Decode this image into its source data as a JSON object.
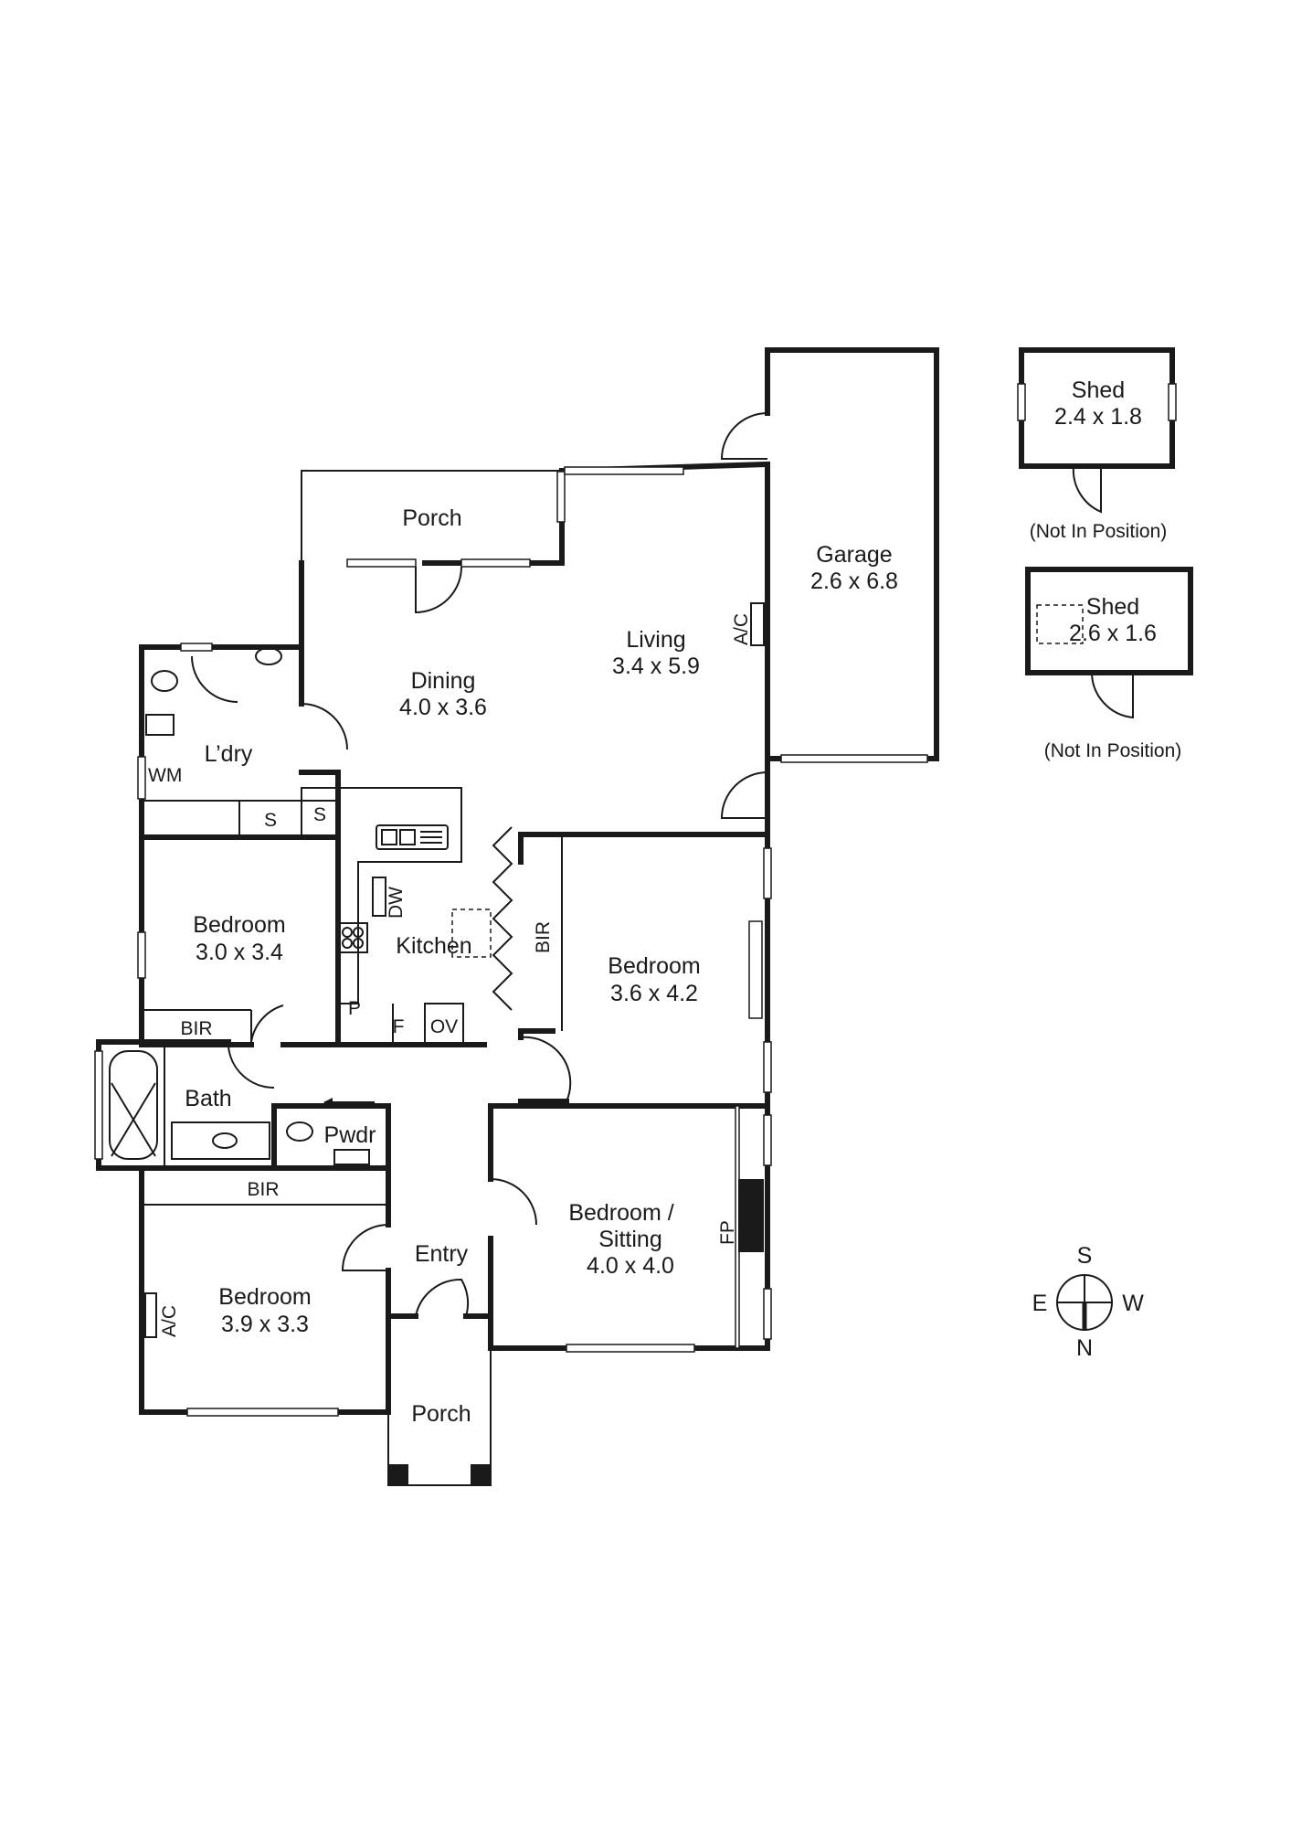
{
  "rooms": {
    "porch_rear": {
      "name": "Porch"
    },
    "dining": {
      "name": "Dining",
      "size": "4.0 x 3.6"
    },
    "living": {
      "name": "Living",
      "size": "3.4 x 5.9",
      "ac": "A/C"
    },
    "garage": {
      "name": "Garage",
      "size": "2.6 x 6.8"
    },
    "laundry": {
      "name": "L’dry",
      "wm": "WM",
      "s1": "S",
      "s2": "S"
    },
    "kitchen": {
      "name": "Kitchen",
      "dw": "DW",
      "p": "P",
      "f": "F",
      "ov": "OV"
    },
    "bedroom1": {
      "name": "Bedroom",
      "size": "3.0 x 3.4",
      "bir": "BIR"
    },
    "bedroom2": {
      "name": "Bedroom",
      "size": "3.6 x 4.2",
      "bir": "BIR"
    },
    "bath": {
      "name": "Bath"
    },
    "pwdr": {
      "name": "Pwdr"
    },
    "bir_hall": {
      "name": "BIR"
    },
    "bedroom3": {
      "name": "Bedroom",
      "size": "3.9 x 3.3",
      "ac": "A/C"
    },
    "entry": {
      "name": "Entry"
    },
    "bedroom_sitting": {
      "name1": "Bedroom /",
      "name2": "Sitting",
      "size": "4.0 x 4.0",
      "fp": "FP"
    },
    "porch_front": {
      "name": "Porch"
    }
  },
  "sheds": [
    {
      "name": "Shed",
      "size": "2.4 x 1.8",
      "note": "(Not In Position)"
    },
    {
      "name": "Shed",
      "size": "2.6 x 1.6",
      "note": "(Not In Position)"
    }
  ],
  "compass": {
    "s": "S",
    "e": "E",
    "w": "W",
    "n": "N"
  }
}
